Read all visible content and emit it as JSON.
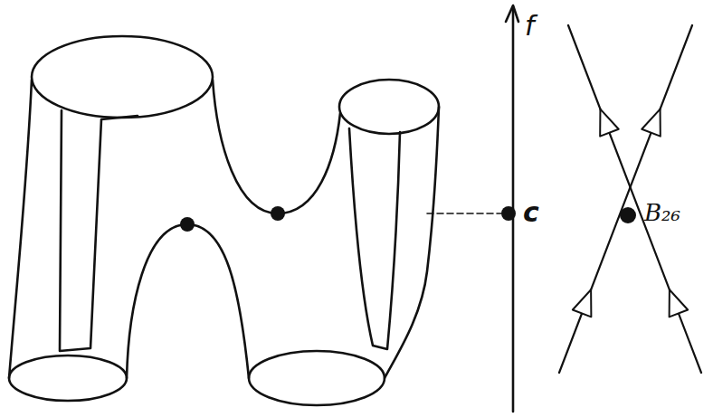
{
  "diagram": {
    "labels": [
      "f",
      "c",
      "B₂₆"
    ]
  }
}
